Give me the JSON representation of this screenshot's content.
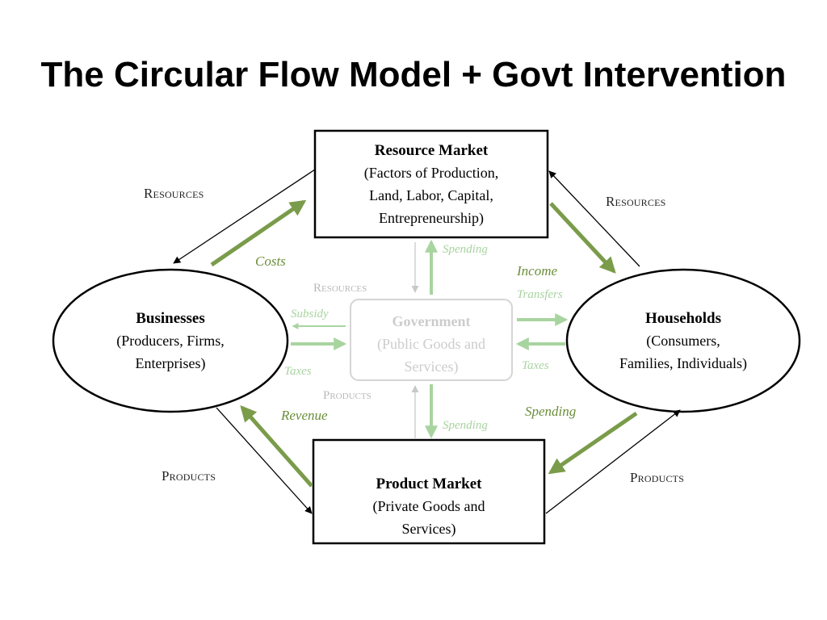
{
  "title": "The Circular Flow Model + Govt Intervention",
  "colors": {
    "flow_green": "#7a9c4a",
    "faint_green": "#a8d4a0",
    "faint_gray": "#c8c8c8",
    "black": "#000000"
  },
  "nodes": {
    "resource_market": {
      "title": "Resource Market",
      "lines": [
        "(Factors of Production,",
        "Land, Labor, Capital,",
        "Entrepreneurship)"
      ]
    },
    "product_market": {
      "title": "Product Market",
      "lines": [
        "(Private Goods and",
        "Services)"
      ]
    },
    "businesses": {
      "title": "Businesses",
      "lines": [
        "(Producers, Firms,",
        "Enterprises)"
      ]
    },
    "households": {
      "title": "Households",
      "lines": [
        "(Consumers,",
        "Families, Individuals)"
      ]
    },
    "government": {
      "title": "Government",
      "lines": [
        "(Public Goods and",
        "Services)"
      ]
    }
  },
  "flows": {
    "resources_left": "Resources",
    "resources_right": "Resources",
    "products_left": "Products",
    "products_right": "Products",
    "costs": "Costs",
    "income": "Income",
    "revenue": "Revenue",
    "spending_households": "Spending",
    "gov_resources": "Resources",
    "gov_products": "Products",
    "gov_spending_top": "Spending",
    "gov_spending_bottom": "Spending",
    "subsidy": "Subsidy",
    "transfers": "Transfers",
    "taxes_left": "Taxes",
    "taxes_right": "Taxes"
  }
}
